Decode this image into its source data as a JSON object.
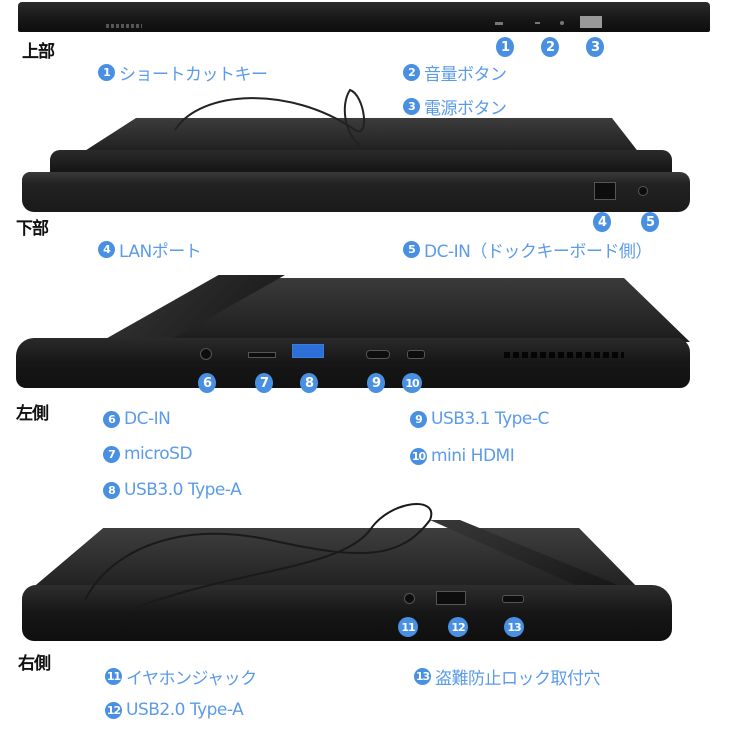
{
  "colors": {
    "accent": "#4a90e2",
    "label_text": "#5b9bea",
    "section_text": "#111111"
  },
  "sections": {
    "top": {
      "title": "上部",
      "callouts": [
        "1",
        "2",
        "3"
      ],
      "items": [
        {
          "num": "1",
          "label": "ショートカットキー"
        },
        {
          "num": "2",
          "label": "音量ボタン"
        },
        {
          "num": "3",
          "label": "電源ボタン"
        }
      ]
    },
    "bottom": {
      "title": "下部",
      "callouts": [
        "4",
        "5"
      ],
      "items": [
        {
          "num": "4",
          "label": "LANポート"
        },
        {
          "num": "5",
          "label": "DC-IN（ドックキーボード側）"
        }
      ]
    },
    "left": {
      "title": "左側",
      "callouts": [
        "6",
        "7",
        "8",
        "9",
        "10"
      ],
      "items": [
        {
          "num": "6",
          "label": "DC-IN"
        },
        {
          "num": "7",
          "label": "microSD"
        },
        {
          "num": "8",
          "label": "USB3.0 Type-A"
        },
        {
          "num": "9",
          "label": "USB3.1 Type-C"
        },
        {
          "num": "10",
          "label": "mini HDMI"
        }
      ]
    },
    "right": {
      "title": "右側",
      "callouts": [
        "11",
        "12",
        "13"
      ],
      "items": [
        {
          "num": "11",
          "label": "イヤホンジャック"
        },
        {
          "num": "12",
          "label": "USB2.0 Type-A"
        },
        {
          "num": "13",
          "label": "盗難防止ロック取付穴"
        }
      ]
    }
  }
}
